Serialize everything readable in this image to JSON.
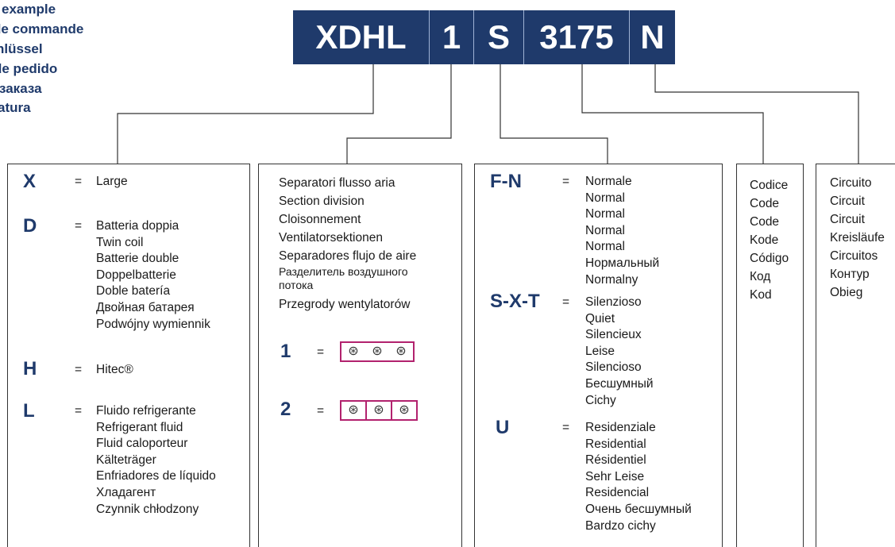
{
  "header": {
    "lines": [
      "example",
      "de commande",
      "nlüssel",
      "de pedido",
      "заказа",
      "atura"
    ]
  },
  "code": {
    "segments": [
      "XDHL",
      "1",
      "S",
      "3175",
      "N"
    ]
  },
  "box1": {
    "entries": [
      {
        "letter": "X",
        "eq": "=",
        "lines": [
          "Large"
        ]
      },
      {
        "letter": "D",
        "eq": "=",
        "lines": [
          "Batteria doppia",
          "Twin coil",
          "Batterie double",
          "Doppelbatterie",
          "Doble batería",
          "Двойная батарея",
          "Podwójny wymiennik"
        ]
      },
      {
        "letter": "H",
        "eq": "=",
        "lines": [
          "Hitec®"
        ]
      },
      {
        "letter": "L",
        "eq": "=",
        "lines": [
          "Fluido refrigerante",
          "Refrigerant fluid",
          "Fluid caloporteur",
          "Kälteträger",
          "Enfriadores de líquido",
          "Хладагент",
          "Czynnik chłodzony"
        ]
      }
    ]
  },
  "box2": {
    "lines": [
      "Separatori flusso aria",
      "Section division",
      "Cloisonnement",
      "Ventilatorsektionen",
      "Separadores flujo de aire",
      "Разделитель воздушного",
      "потока",
      "Przegrody wentylatorów"
    ],
    "options": [
      {
        "num": "1",
        "eq": "=",
        "fans": [
          "⊛",
          "⊛",
          "⊛"
        ]
      },
      {
        "num": "2",
        "eq": "=",
        "fans": [
          "⊛",
          "⊛",
          "⊛"
        ]
      }
    ]
  },
  "box3": {
    "entries": [
      {
        "letter": "F-N",
        "eq": "=",
        "lines": [
          "Normale",
          "Normal",
          "Normal",
          "Normal",
          "Normal",
          "Нормальный",
          "Normalny"
        ]
      },
      {
        "letter": "S-X-T",
        "eq": "=",
        "lines": [
          "Silenzioso",
          "Quiet",
          "Silencieux",
          "Leise",
          "Silencioso",
          "Бесшумный",
          "Cichy"
        ]
      },
      {
        "letter": "U",
        "eq": "=",
        "lines": [
          "Residenziale",
          "Residential",
          "Résidentiel",
          "Sehr Leise",
          "Residencial",
          "Очень бесшумный",
          "Bardzo cichy"
        ]
      }
    ]
  },
  "box4": {
    "lines": [
      "Codice",
      "Code",
      "Code",
      "Kode",
      "Código",
      "Код",
      "Kod"
    ]
  },
  "box5": {
    "lines": [
      "Circuito",
      "Circuit",
      "Circuit",
      "Kreisläufe",
      "Circuitos",
      "Контур",
      "Obieg"
    ]
  },
  "colors": {
    "brand_blue": "#1f3a6b",
    "fan_border": "#b2226e"
  }
}
